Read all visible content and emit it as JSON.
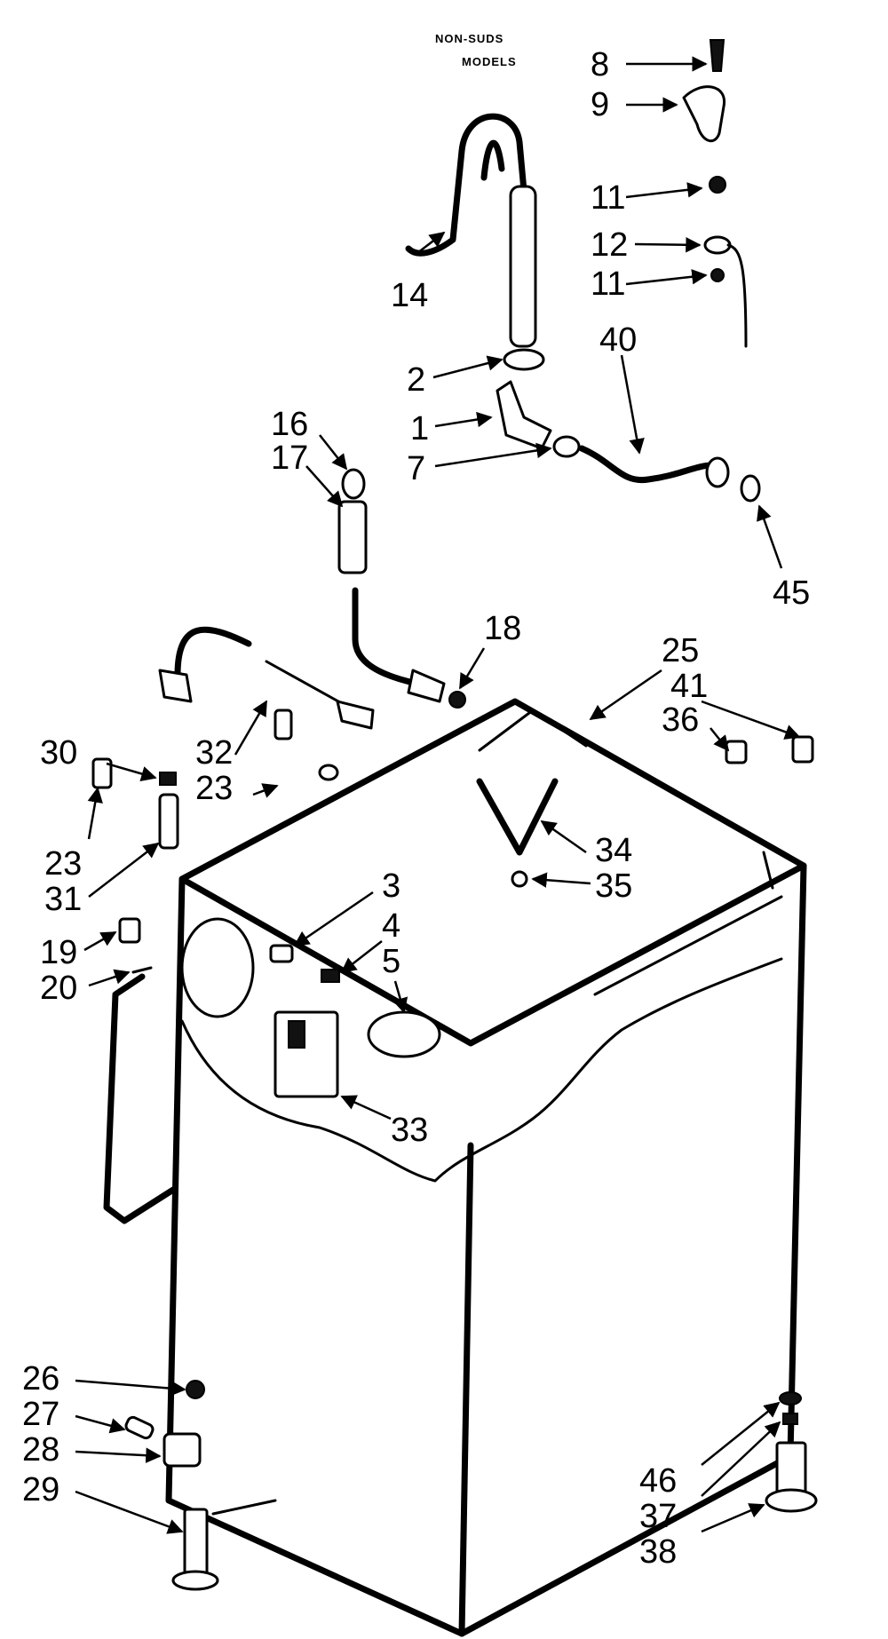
{
  "caption": {
    "line1": "NON-SUDS",
    "line2": "MODELS"
  },
  "callouts": [
    "8",
    "9",
    "11",
    "12",
    "11",
    "14",
    "40",
    "2",
    "1",
    "7",
    "16",
    "17",
    "45",
    "18",
    "25",
    "41",
    "36",
    "30",
    "32",
    "23",
    "23",
    "31",
    "34",
    "35",
    "3",
    "4",
    "5",
    "19",
    "20",
    "33",
    "26",
    "27",
    "28",
    "29",
    "46",
    "37",
    "38"
  ],
  "colors": {
    "ink": "#000000",
    "paper": "#ffffff"
  }
}
